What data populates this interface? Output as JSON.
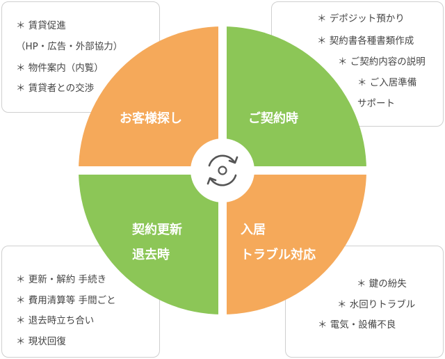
{
  "quadrants": {
    "top_left": {
      "label": "お客様探し",
      "color": "#F5A95A"
    },
    "top_right": {
      "label": "ご契約時",
      "color": "#8CC657"
    },
    "bottom_left": {
      "label_line1": "契約更新",
      "label_line2": "退去時",
      "color": "#8CC657"
    },
    "bottom_right": {
      "label_line1": "入居",
      "label_line2": "トラブル対応",
      "color": "#F5A95A"
    }
  },
  "center_icon": "cycle-arrows-icon",
  "boxes": {
    "top_left": [
      "＊ 賃貸促進",
      "（HP・広告・外部協力）",
      "＊ 物件案内（内覧）",
      "＊ 賃貸者との交渉"
    ],
    "top_right": [
      "＊ デポジット預かり",
      "＊ 契約書各種書類作成",
      "＊ ご契約内容の説明",
      "＊ ご入居準備",
      "サポート"
    ],
    "bottom_left": [
      "＊ 更新・解約 手続き",
      "＊ 費用清算等 手間ごと",
      "＊ 退去時立ち合い",
      "＊ 現状回復"
    ],
    "bottom_right": [
      "＊ 鍵の紛失",
      "＊ 水回りトラブル",
      "＊ 電気・設備不良"
    ]
  }
}
